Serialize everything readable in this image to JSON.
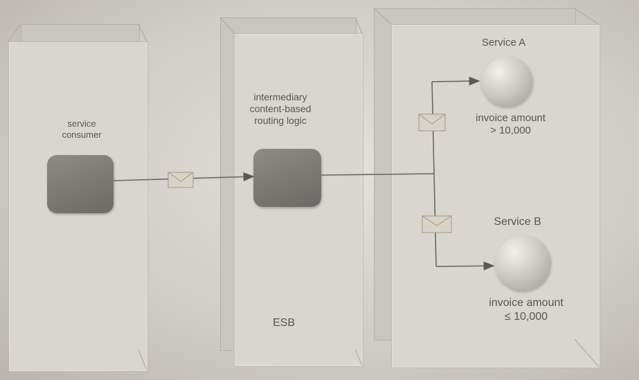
{
  "consumer": {
    "label": "service\nconsumer"
  },
  "esb": {
    "routing_label": "intermediary\ncontent-based\nrouting logic",
    "caption": "ESB"
  },
  "service_a": {
    "name": "Service A",
    "condition": "invoice amount\n> 10,000"
  },
  "service_b": {
    "name": "Service B",
    "condition": "invoice amount\n≤ 10,000"
  }
}
